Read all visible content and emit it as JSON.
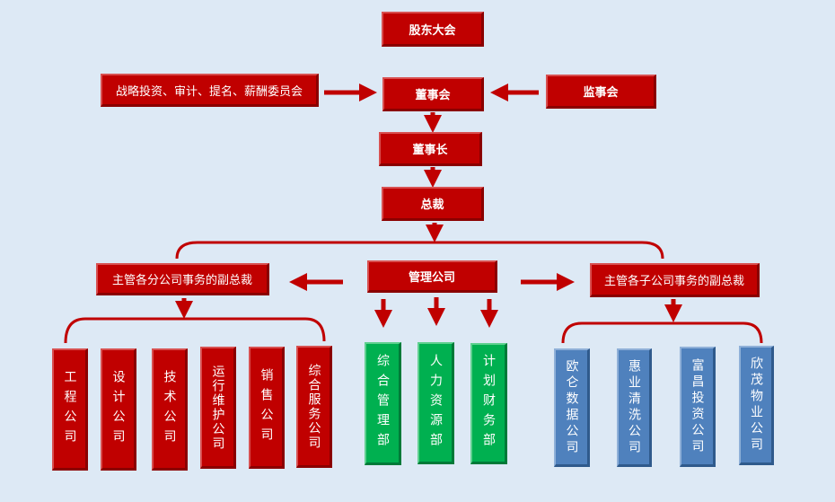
{
  "colors": {
    "red": "#c00000",
    "green": "#00b050",
    "blue": "#4f81bd",
    "background": "#dde9f5"
  },
  "nodes": {
    "shareholders": "股东大会",
    "committees": "战略投资、审计、提名、薪酬委员会",
    "board": "董事会",
    "supervisors": "监事会",
    "chairman": "董事长",
    "president": "总裁",
    "management": "管理公司",
    "vp_branches": "主管各分公司事务的副总裁",
    "vp_subsidiaries": "主管各子公司事务的副总裁"
  },
  "branches": [
    "工程公司",
    "设计公司",
    "技术公司",
    "运行维护公司",
    "销售公司",
    "综合服务公司"
  ],
  "departments": [
    "综合管理部",
    "人力资源部",
    "计划财务部"
  ],
  "subsidiaries": [
    "欧仑数据公司",
    "惠业清洗公司",
    "富昌投资公司",
    "欣茂物业公司"
  ]
}
